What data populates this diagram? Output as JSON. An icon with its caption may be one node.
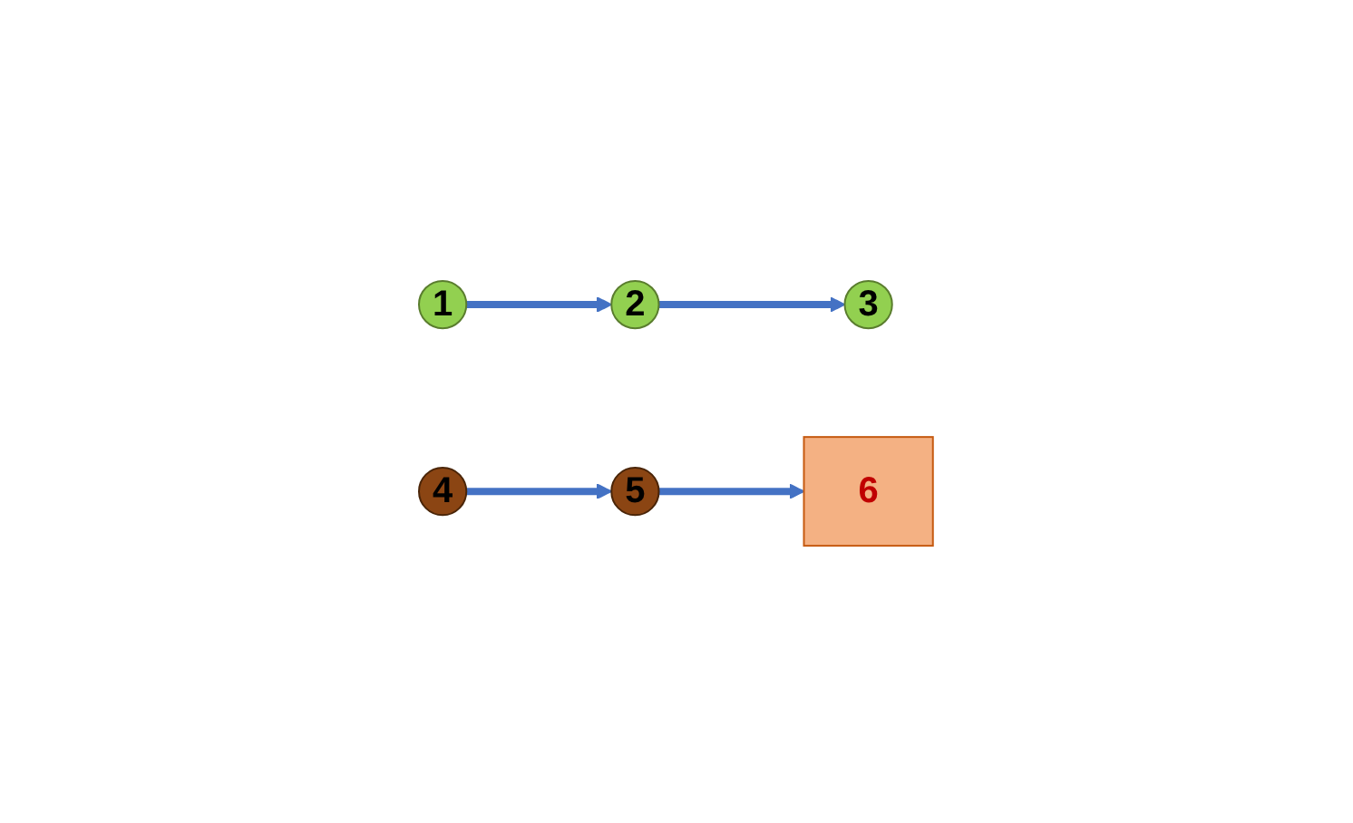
{
  "diagram": {
    "nodes": [
      {
        "text": [
          "1"
        ]
      },
      {
        "text": [
          "2"
        ]
      },
      {
        "text": [
          "3"
        ]
      },
      {
        "text": [
          "4"
        ]
      },
      {
        "text": [
          "5"
        ]
      },
      {
        "text": [
          "6"
        ]
      }
    ],
    "edges": [
      {
        "from": 0,
        "to": 1,
        "arrow": "to"
      },
      {
        "from": 1,
        "to": 2,
        "arrow": "to"
      },
      {
        "from": 3,
        "to": 4,
        "arrow": "to"
      },
      {
        "from": 4,
        "to": 5,
        "arrow": "to"
      }
    ]
  }
}
